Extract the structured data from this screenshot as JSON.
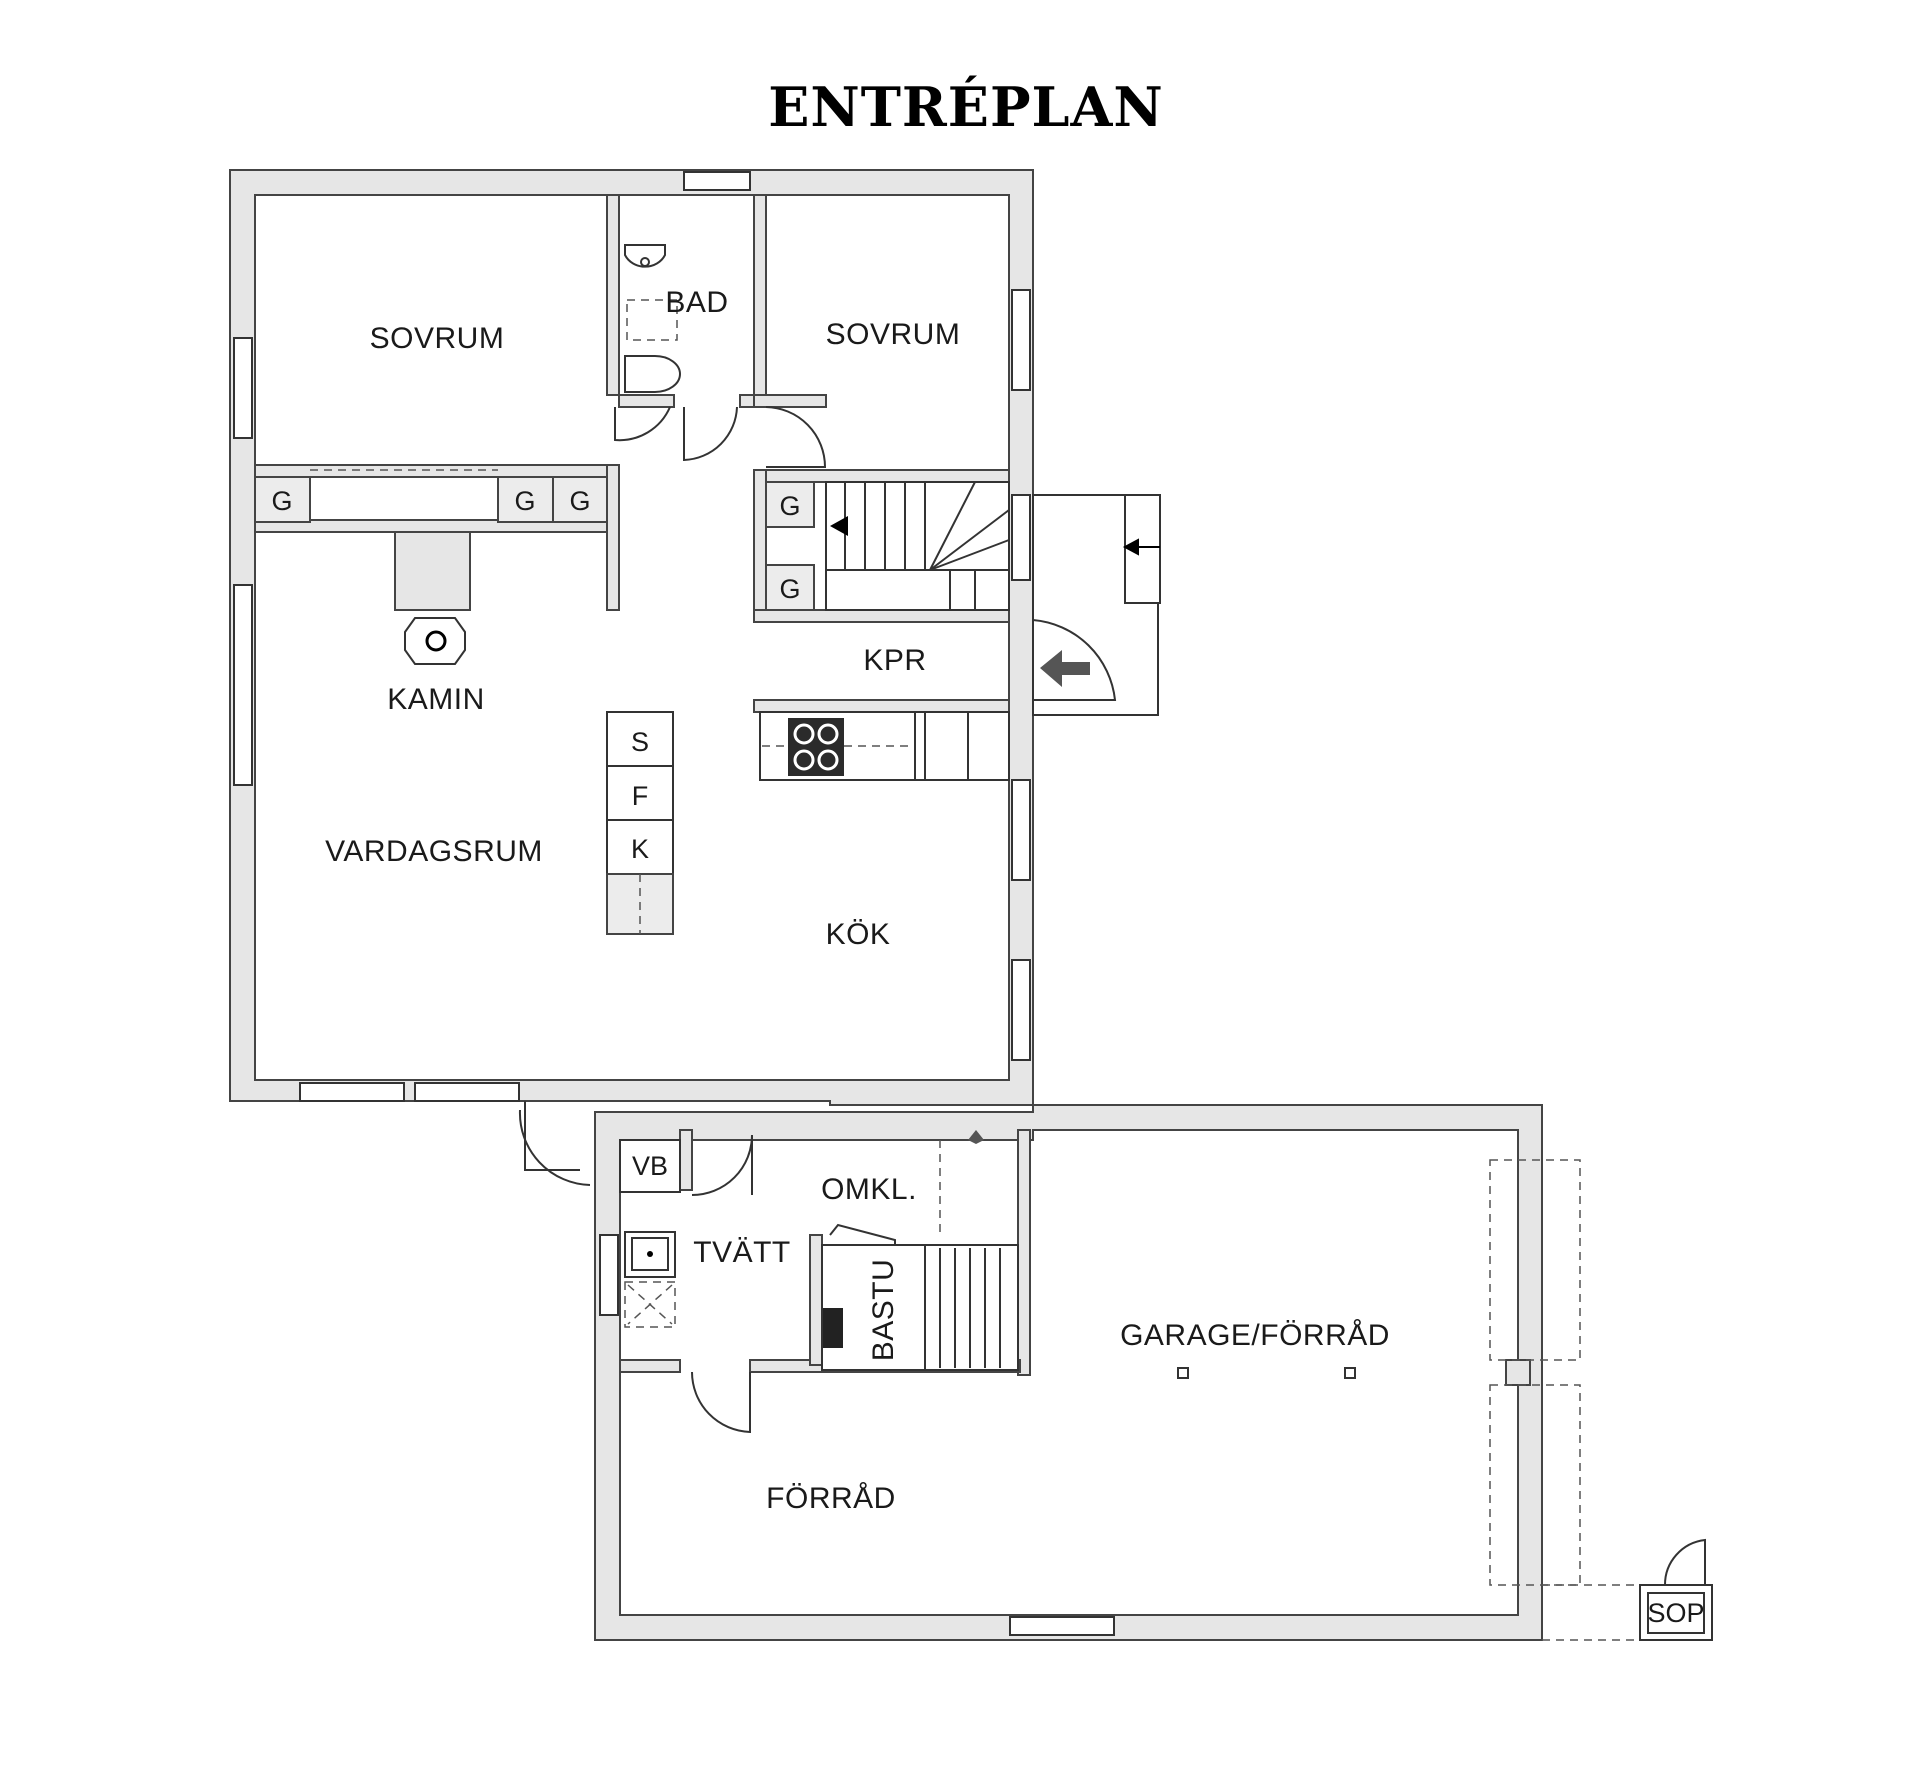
{
  "title": "ENTRÉPLAN",
  "rooms": {
    "sovrum_left": "SOVRUM",
    "bad": "BAD",
    "sovrum_right": "SOVRUM",
    "kamin": "KAMIN",
    "kpr": "KPR",
    "vardagsrum": "VARDAGSRUM",
    "kok": "KÖK",
    "omkl": "OMKL.",
    "tvatt": "TVÄTT",
    "bastu": "BASTU",
    "garage": "GARAGE/FÖRRÅD",
    "forrad": "FÖRRÅD",
    "sop": "SOP"
  },
  "fixtures": {
    "g": "G",
    "s": "S",
    "f": "F",
    "k": "K",
    "vb": "VB"
  },
  "colors": {
    "wall_fill": "#e6e6e6",
    "line": "#333333",
    "stove": "#2b2b2b"
  }
}
